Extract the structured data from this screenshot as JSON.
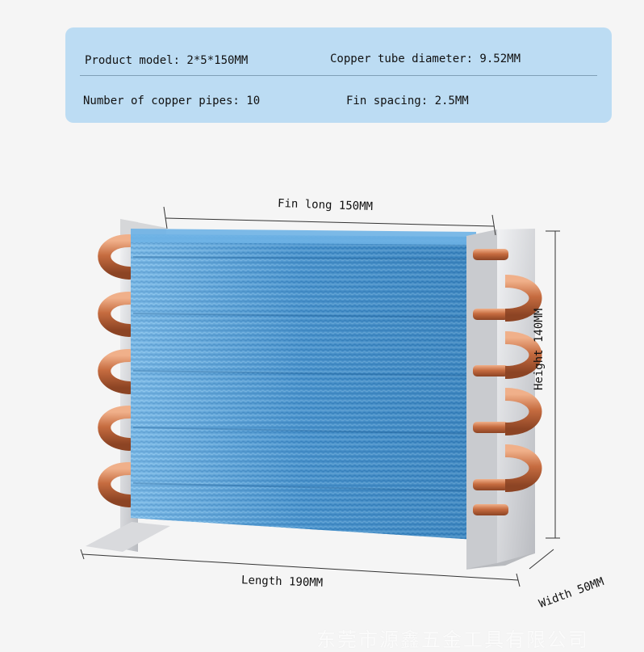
{
  "specs": {
    "product_model": "Product model: 2*5*150MM",
    "tube_diameter": "Copper tube diameter: 9.52MM",
    "pipe_count": "Number of copper pipes: 10",
    "fin_spacing": "Fin spacing: 2.5MM"
  },
  "dimensions": {
    "fin_long": "Fin long 150MM",
    "height": "Height 140MM",
    "length": "Length 190MM",
    "width": "Width 50MM"
  },
  "watermark": "东莞市源鑫五金工具有限公司",
  "colors": {
    "panel": "#bcdcf3",
    "fin_blue": "#4a8fc4",
    "copper": "#c8774e",
    "aluminum": "#d8d9dc"
  }
}
